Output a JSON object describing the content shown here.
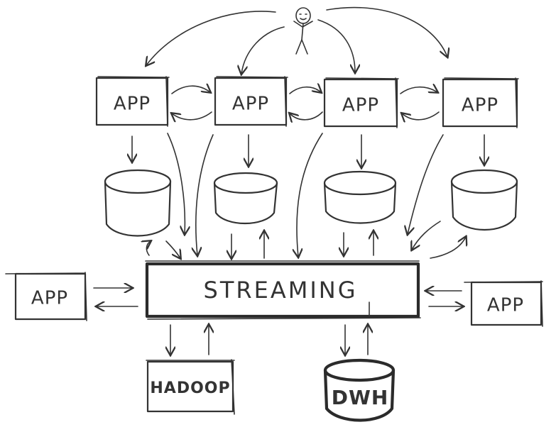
{
  "diagram": {
    "user_figure": "stick-figure-user",
    "apps": [
      {
        "label": "APP"
      },
      {
        "label": "APP"
      },
      {
        "label": "APP"
      },
      {
        "label": "APP"
      }
    ],
    "side_apps": {
      "left": {
        "label": "APP"
      },
      "right": {
        "label": "APP"
      }
    },
    "streaming": {
      "label": "STREAMING"
    },
    "hadoop": {
      "label": "HADOOP"
    },
    "dwh": {
      "label": "DWH"
    },
    "stroke_color": "#333333",
    "background_color": "#ffffff"
  }
}
